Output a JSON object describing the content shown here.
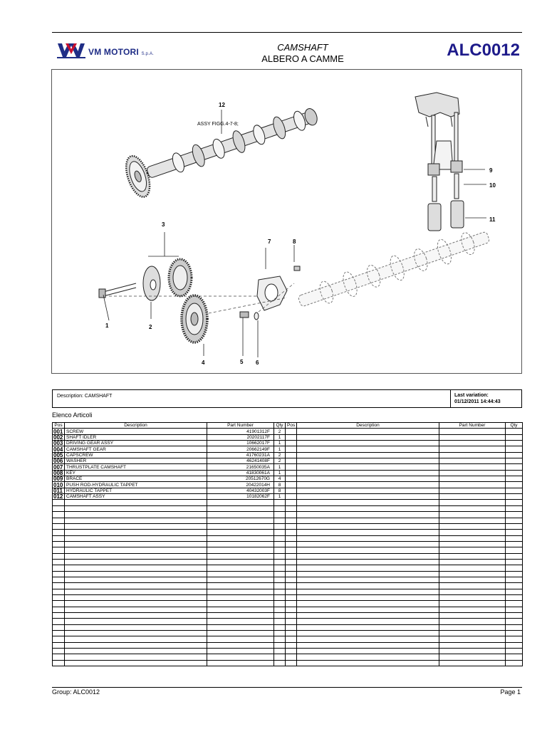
{
  "header": {
    "brand": "VM MOTORI",
    "brand_suffix": "S.p.A.",
    "title_en": "CAMSHAFT",
    "title_it": "ALBERO A CAMME",
    "code": "ALC0012"
  },
  "drawing": {
    "callouts": [
      "12",
      "ASSY FIGG.4-7-8;",
      "9",
      "10",
      "11",
      "3",
      "7",
      "8",
      "1",
      "2",
      "4",
      "5",
      "6"
    ]
  },
  "description_box": {
    "description": "Description: CAMSHAFT",
    "last_variation_label": "Last variation:",
    "last_variation_value": "01/12/2011 14:44:43"
  },
  "list_title": "Elenco Articoli",
  "table": {
    "headers": [
      "Pos",
      "Description",
      "Part Number",
      "Qty",
      "Pos",
      "Description",
      "Part Number",
      "Qty"
    ],
    "rows": [
      {
        "pos": "001",
        "description": "SCREW",
        "part_number": "41901312F",
        "qty": "2"
      },
      {
        "pos": "002",
        "description": "SHAFT IDLER",
        "part_number": "20202117F",
        "qty": "1"
      },
      {
        "pos": "003",
        "description": "DRIVING GEAR ASSY",
        "part_number": "10662017F",
        "qty": "1"
      },
      {
        "pos": "004",
        "description": "CAMSHAFT GEAR",
        "part_number": "20662149F",
        "qty": "1"
      },
      {
        "pos": "005",
        "description": "CAPSCREW",
        "part_number": "41760231A",
        "qty": "2"
      },
      {
        "pos": "006",
        "description": "WASHER",
        "part_number": "46241408F",
        "qty": "2"
      },
      {
        "pos": "007",
        "description": "THRUSTPLATE CAMSHAFT",
        "part_number": "21650035A",
        "qty": "1"
      },
      {
        "pos": "008",
        "description": "KEY",
        "part_number": "41830061A",
        "qty": "1"
      },
      {
        "pos": "009",
        "description": "BRACE",
        "part_number": "20512670G",
        "qty": "4"
      },
      {
        "pos": "010",
        "description": "PUSH ROD-HYDRAULIC TAPPET",
        "part_number": "20422014H",
        "qty": "8"
      },
      {
        "pos": "011",
        "description": "HYDRAULIC TAPPET",
        "part_number": "40432003F",
        "qty": "8"
      },
      {
        "pos": "012",
        "description": "CAMSHAFT ASSY",
        "part_number": "10182062F",
        "qty": "1"
      }
    ]
  },
  "footer": {
    "group": "Group: ALC0012",
    "page": "Page 1"
  },
  "colors": {
    "brand_blue": "#1f2d86",
    "code_blue": "#1d1a8a",
    "logo_red": "#c8102e"
  }
}
